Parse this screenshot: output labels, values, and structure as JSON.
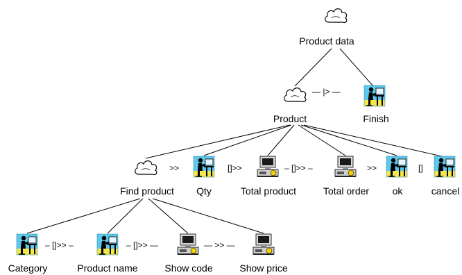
{
  "nodes": {
    "product_data": "Product data",
    "product": "Product",
    "finish": "Finish",
    "find_product": "Find product",
    "qty": "Qty",
    "total_product": "Total product",
    "total_order": "Total order",
    "ok": "ok",
    "cancel": "cancel",
    "category": "Category",
    "product_name": "Product name",
    "show_code": "Show code",
    "show_price": "Show price"
  },
  "operators": {
    "product_finish": "— |> —",
    "find_qty": ">>",
    "qty_total_product": "[]>>",
    "total_product_total_order": "– []>> –",
    "total_order_ok": ">>",
    "ok_cancel": "[]",
    "category_product_name": "– []>> –",
    "product_name_show_code": "– []>> —",
    "show_code_show_price": "— >> —"
  },
  "icon_types": {
    "abstract": "cloud-icon",
    "user_task": "person-at-desk-icon",
    "system_task": "computer-icon"
  }
}
